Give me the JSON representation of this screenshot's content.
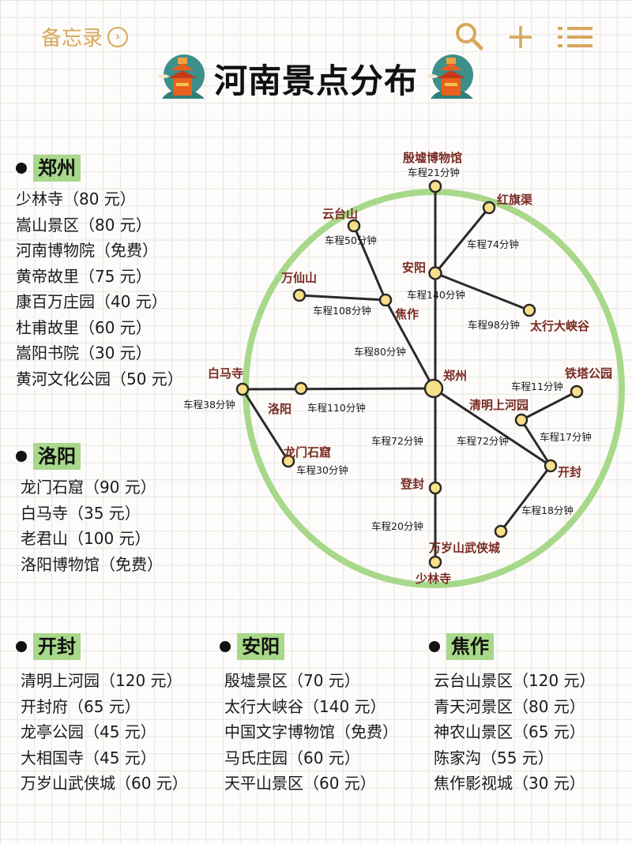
{
  "topbar": {
    "back_label": "备忘录",
    "back_icon": "chevron-right-circle-icon",
    "icons": [
      "search-icon",
      "plus-icon",
      "list-icon"
    ],
    "accent_color": "#d7a85a"
  },
  "title": {
    "text": "河南景点分布",
    "decor_icon": "pagoda-icon"
  },
  "sections": {
    "zhengzhou": {
      "name": "郑州",
      "items": [
        "少林寺（80 元）",
        "嵩山景区（80 元）",
        "河南博物院（免费）",
        "黄帝故里（75 元）",
        "康百万庄园（40 元）",
        "杜甫故里（60 元）",
        "嵩阳书院（30 元）",
        "黄河文化公园（50 元）"
      ]
    },
    "luoyang": {
      "name": "洛阳",
      "items": [
        "龙门石窟（90 元）",
        "白马寺（35 元）",
        "老君山（100 元）",
        "洛阳博物馆（免费）"
      ]
    },
    "kaifeng": {
      "name": "开封",
      "items": [
        "清明上河园（120 元）",
        "开封府（65 元）",
        "龙亭公园（45 元）",
        "大相国寺（45 元）",
        "万岁山武侠城（60 元）"
      ]
    },
    "anyang": {
      "name": "安阳",
      "items": [
        "殷墟景区（70 元）",
        "太行大峡谷（140 元）",
        "中国文字博物馆（免费）",
        "马氏庄园（60 元）",
        "天平山景区（60 元）"
      ]
    },
    "jiaozuo": {
      "name": "焦作",
      "items": [
        "云台山景区（120 元）",
        "青天河景区（80 元）",
        "神农山景区（65 元）",
        "陈家沟（55 元）",
        "焦作影视城（30 元）"
      ]
    }
  },
  "map": {
    "ring_color": "#a8d88a",
    "node_fill": "#f8df8a",
    "label_color": "#7a2a22",
    "nodes": {
      "zhengzhou": "郑州",
      "anyang": "安阳",
      "yinxu": "殷墟博物馆",
      "hongqiqu": "红旗渠",
      "taihang": "太行大峡谷",
      "jiaozuo": "焦作",
      "yuntaishan": "云台山",
      "wanxianshan": "万仙山",
      "luoyang": "洛阳",
      "baimasi": "白马寺",
      "longmen": "龙门石窟",
      "dengfeng": "登封",
      "shaolin": "少林寺",
      "kaifeng": "开封",
      "qingming": "清明上河园",
      "tieta": "铁塔公园",
      "wansuishan": "万岁山武侠城"
    },
    "durations": {
      "anyang_yinxu": "车程21分钟",
      "anyang_hongqiqu": "车程74分钟",
      "zz_anyang": "车程140分钟",
      "anyang_taihang": "车程98分钟",
      "jiaozuo_yuntai": "车程50分钟",
      "jiaozuo_wanxian": "车程108分钟",
      "zz_jiaozuo": "车程80分钟",
      "luoyang_baima": "车程38分钟",
      "zz_luoyang": "车程110分钟",
      "baima_longmen": "车程30分钟",
      "zz_dengfeng": "车程72分钟",
      "dengfeng_shaolin": "车程20分钟",
      "zz_kaifeng": "车程72分钟",
      "qingming_tieta": "车程11分钟",
      "kaifeng_qingming": "车程17分钟",
      "kaifeng_wansui": "车程18分钟"
    }
  }
}
